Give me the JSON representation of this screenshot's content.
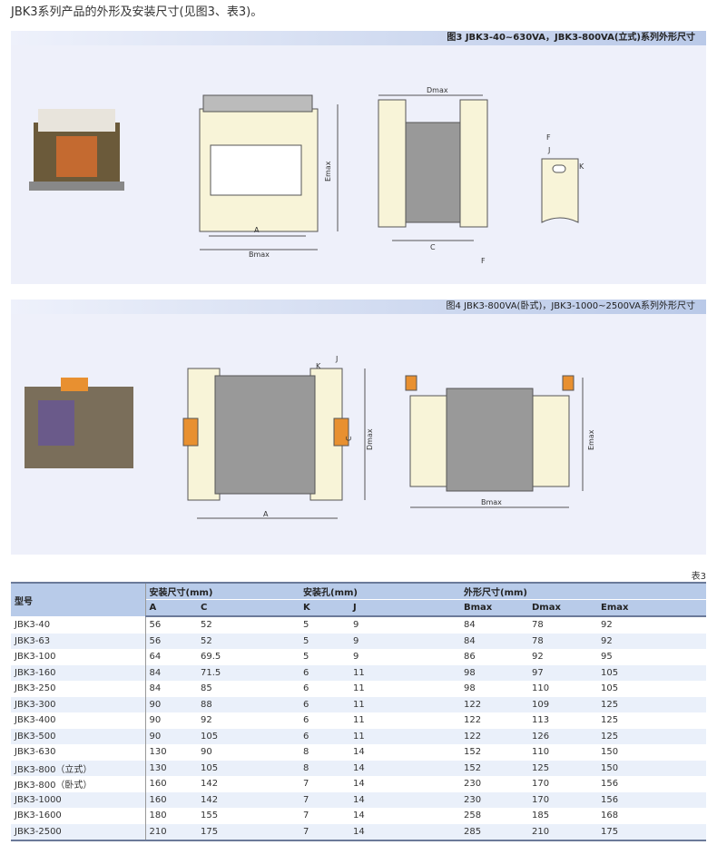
{
  "intro": "JBK3系列产品的外形及安装尺寸(见图3、表3)。",
  "fig3": {
    "caption": "图3 JBK3-40~630VA，JBK3-800VA(立式)系列外形尺寸",
    "labels": {
      "a": "A",
      "bmax": "Bmax",
      "emax": "Emax",
      "dmax": "Dmax",
      "c": "C",
      "f": "F",
      "j": "J",
      "k": "K"
    }
  },
  "fig4": {
    "caption": "图4 JBK3-800VA(卧式)，JBK3-1000~2500VA系列外形尺寸",
    "labels": {
      "a": "A",
      "c": "C",
      "dmax": "Dmax",
      "j": "J",
      "k": "K",
      "bmax": "Bmax",
      "emax": "Emax"
    }
  },
  "table": {
    "label": "表3",
    "model_header": "型号",
    "groups": [
      "安装尺寸(mm)",
      "安装孔(mm)",
      "外形尺寸(mm)"
    ],
    "columns": [
      "A",
      "C",
      "K",
      "J",
      "Bmax",
      "Dmax",
      "Emax"
    ],
    "rows": [
      [
        "JBK3-40",
        "56",
        "52",
        "5",
        "9",
        "84",
        "78",
        "92"
      ],
      [
        "JBK3-63",
        "56",
        "52",
        "5",
        "9",
        "84",
        "78",
        "92"
      ],
      [
        "JBK3-100",
        "64",
        "69.5",
        "5",
        "9",
        "86",
        "92",
        "95"
      ],
      [
        "JBK3-160",
        "84",
        "71.5",
        "6",
        "11",
        "98",
        "97",
        "105"
      ],
      [
        "JBK3-250",
        "84",
        "85",
        "6",
        "11",
        "98",
        "110",
        "105"
      ],
      [
        "JBK3-300",
        "90",
        "88",
        "6",
        "11",
        "122",
        "109",
        "125"
      ],
      [
        "JBK3-400",
        "90",
        "92",
        "6",
        "11",
        "122",
        "113",
        "125"
      ],
      [
        "JBK3-500",
        "90",
        "105",
        "6",
        "11",
        "122",
        "126",
        "125"
      ],
      [
        "JBK3-630",
        "130",
        "90",
        "8",
        "14",
        "152",
        "110",
        "150"
      ],
      [
        "JBK3-800（立式）",
        "130",
        "105",
        "8",
        "14",
        "152",
        "125",
        "150"
      ],
      [
        "JBK3-800（卧式）",
        "160",
        "142",
        "7",
        "14",
        "230",
        "170",
        "156"
      ],
      [
        "JBK3-1000",
        "160",
        "142",
        "7",
        "14",
        "230",
        "170",
        "156"
      ],
      [
        "JBK3-1600",
        "180",
        "155",
        "7",
        "14",
        "258",
        "185",
        "168"
      ],
      [
        "JBK3-2500",
        "210",
        "175",
        "7",
        "14",
        "285",
        "210",
        "175"
      ]
    ]
  }
}
